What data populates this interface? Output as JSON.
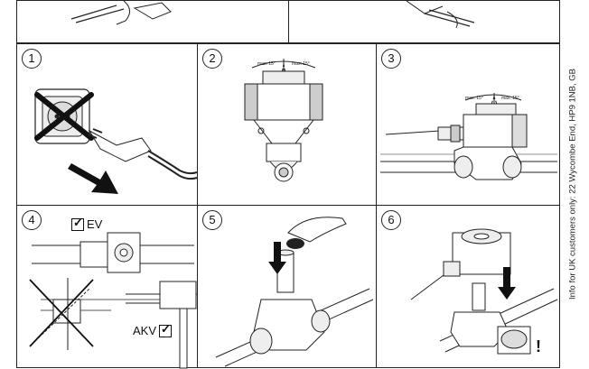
{
  "panels": [
    {
      "id": "1",
      "number": "1"
    },
    {
      "id": "2",
      "number": "2",
      "angle_left": "max. 15°",
      "angle_right": "max. 15°"
    },
    {
      "id": "3",
      "number": "3",
      "angle_left": "max. 15°",
      "angle_right": "max. 15°"
    },
    {
      "id": "4",
      "number": "4",
      "label_ev": "EV",
      "label_akv": "AKV"
    },
    {
      "id": "5",
      "number": "5"
    },
    {
      "id": "6",
      "number": "6",
      "warning_mark": "!"
    }
  ],
  "side_text": "Info for UK customers only: 22 Wycombe End, HP9 1NB, GB"
}
